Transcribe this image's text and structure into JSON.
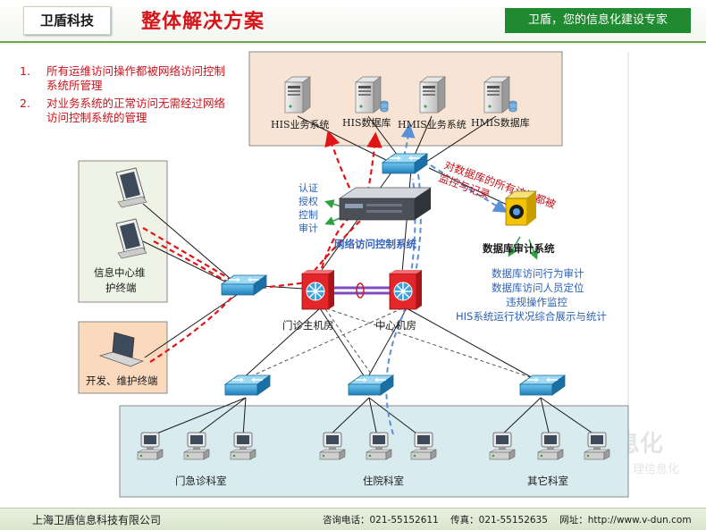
{
  "header": {
    "brand": "卫盾科技",
    "title": "整体解决方案",
    "slogan": "卫盾，您的信息化建设专家"
  },
  "notes": [
    {
      "num": "1.",
      "text": "所有运维访问操作都被网络访问控制系统所管理"
    },
    {
      "num": "2.",
      "text": "对业务系统的正常访问无需经过网络访问控制系统的管理"
    }
  ],
  "servers": [
    {
      "label": "HIS业务系统"
    },
    {
      "label": "HIS数据库"
    },
    {
      "label": "HMIS业务系统"
    },
    {
      "label": "HMIS数据库"
    }
  ],
  "access_control": {
    "label": "网络访问控制系统",
    "functions": [
      "认证",
      "授权",
      "控制",
      "审计"
    ]
  },
  "db_audit": {
    "label": "数据库审计系统",
    "annotation": [
      "对数据库的所有访问都被",
      "监控与记录"
    ],
    "features": [
      "数据库访问行为审计",
      "数据库访问人员定位",
      "违规操作监控",
      "HIS系统运行状况综合展示与统计"
    ]
  },
  "terminals": {
    "it_center": [
      "信息中心维",
      "护终端"
    ],
    "dev": "开发、维护终端"
  },
  "rooms": {
    "outpatient_main": "门诊主机房",
    "central": "中心机房"
  },
  "departments": [
    "门急诊科室",
    "住院科室",
    "其它科室"
  ],
  "footer": {
    "company": "上海卫盾信息科技有限公司",
    "phone_label": "咨询电话：",
    "phone": "021-55152611",
    "fax_label": "传真：",
    "fax": "021-55152635",
    "web_label": "网址：",
    "web": "http://www.v-dun.com"
  },
  "colors": {
    "title_red": "#d4161b",
    "slogan_green": "#1f8a2f",
    "annotation_blue": "#3a64b8",
    "function_blue": "#2b62b5",
    "ops_path_red": "#e01515",
    "biz_path_blue": "#5b8fd6"
  }
}
